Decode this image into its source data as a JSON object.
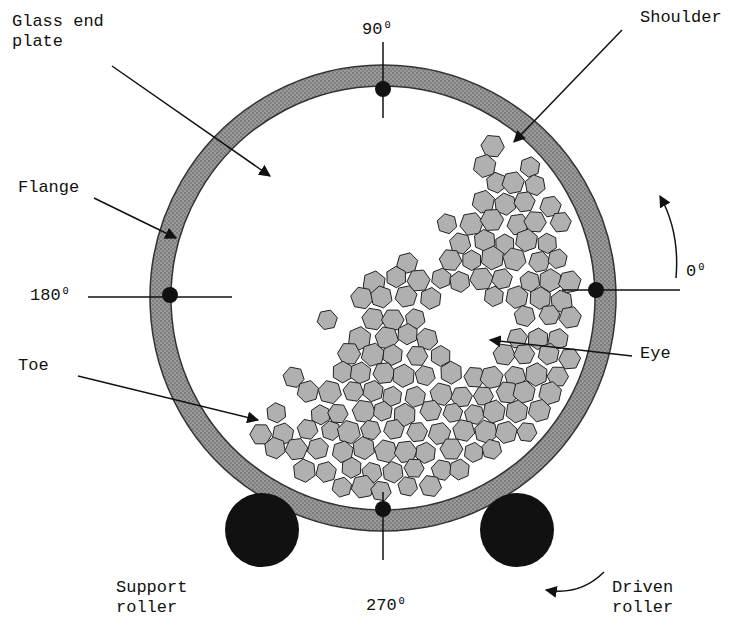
{
  "diagram": {
    "labels": [
      "90⁰",
      "Glass end plate",
      "Shoulder",
      "Flange",
      "180⁰",
      "0⁰",
      "Toe",
      "Eye",
      "Support roller",
      "270⁰",
      "Driven roller"
    ]
  }
}
